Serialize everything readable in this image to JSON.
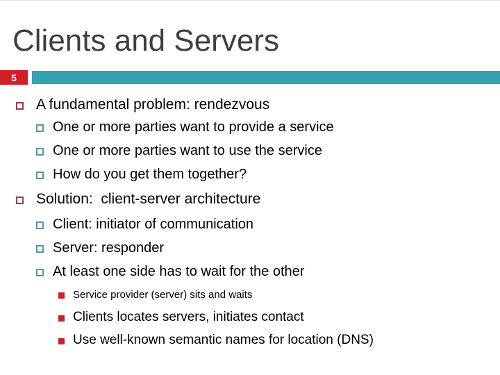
{
  "slide": {
    "title": "Clients and Servers",
    "page_number": "5"
  },
  "colors": {
    "title_text": "#3f3f3f",
    "body_text": "#000000",
    "badge_red": "#d02027",
    "band_teal": "#35a1b2",
    "level1_bullet_border": "#a23b3e",
    "level2_bullet_border": "#5a96a4",
    "level3_bullet_fill": "#ce2127"
  },
  "content": {
    "items": [
      {
        "level": 1,
        "text": "A fundamental problem: rendezvous"
      },
      {
        "level": 2,
        "text": "One or more parties want to provide a service"
      },
      {
        "level": 2,
        "text": "One or more parties want to use the service"
      },
      {
        "level": 2,
        "text": "How do you get them together?"
      },
      {
        "level": 1,
        "text": "Solution:  client-server architecture"
      },
      {
        "level": 2,
        "text": "Client: initiator of communication"
      },
      {
        "level": 2,
        "text": "Server: responder"
      },
      {
        "level": 2,
        "text": "At least one side has to wait for the other"
      },
      {
        "level": 3,
        "size": "small",
        "text": "Service provider (server) sits and waits"
      },
      {
        "level": 3,
        "size": "large",
        "text": "Clients locates servers, initiates contact"
      },
      {
        "level": 3,
        "size": "large",
        "text": "Use well-known semantic names for location (DNS)"
      }
    ]
  }
}
